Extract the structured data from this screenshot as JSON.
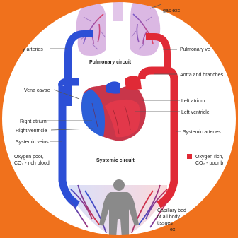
{
  "labels": {
    "gas_exchange": "gas exc",
    "pulmonary_arteries": "y arteries",
    "pulmonary_veins": "Pulmonary ve",
    "pulmonary_circuit": "Pulmonary circuit",
    "aorta": "Aorta and branches",
    "vena_cavae": "Vena cavae",
    "left_atrium": "Left atrium",
    "left_ventricle": "Left ventricle",
    "right_atrium": "Right atrium",
    "right_ventricle": "Right ventricle",
    "systemic_arteries": "Systemic arteries",
    "systemic_veins": "Systemic veins",
    "systemic_circuit": "Systemic circuit",
    "oxygen_poor_1": "Oxygen poor,",
    "oxygen_poor_2": "CO₂ - rich blood",
    "oxygen_rich_1": "Oxygen rich,",
    "oxygen_rich_2": "CO₂ - poor b",
    "capillary_1": "Capillary bed",
    "capillary_2": "of all body",
    "capillary_3": "tissues",
    "capillary_4": "ex"
  },
  "colors": {
    "background": "#f0711c",
    "oxygen_poor": "#2c4fd6",
    "oxygen_rich": "#e02a36",
    "lungs": "#d9b5e0",
    "label_line": "#555555"
  }
}
